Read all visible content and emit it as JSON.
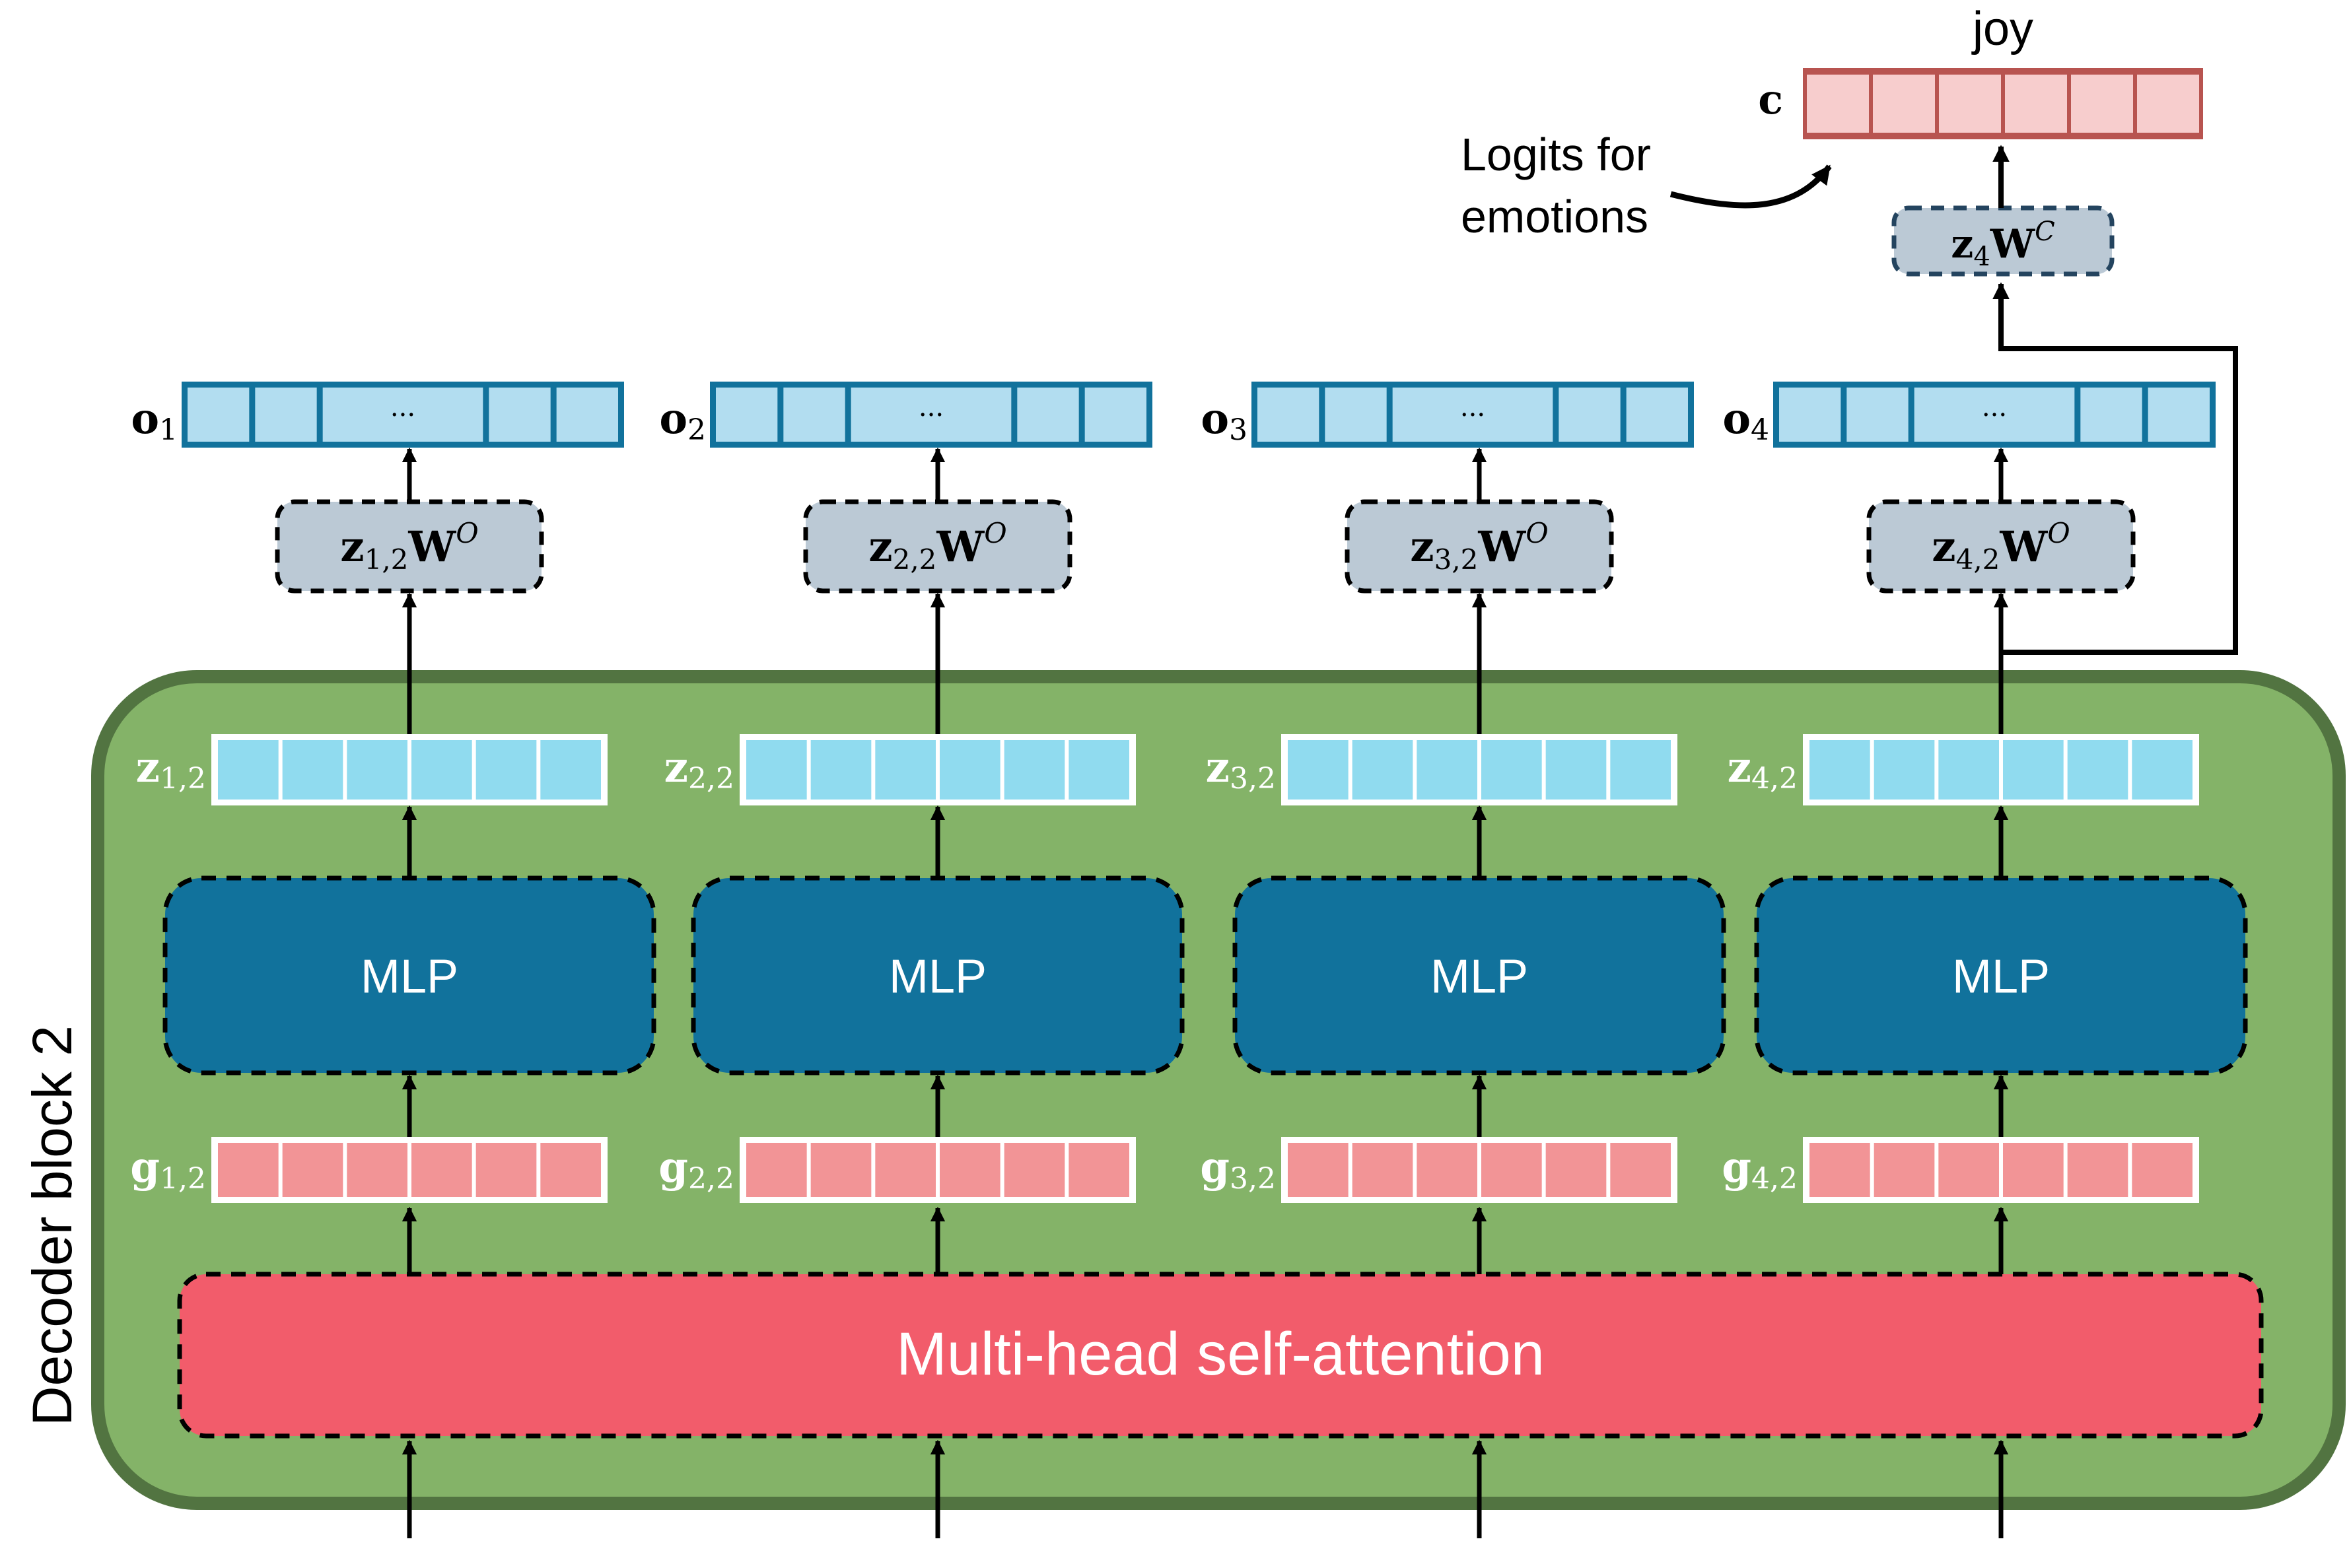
{
  "title": "Decoder block 2",
  "colors": {
    "block_fill": "#84B368",
    "block_border": "#527441",
    "mlp_fill": "#11729C",
    "mhsa_fill": "#F25C6B",
    "z_cell": "#90DBEF",
    "g_cell": "#F29496",
    "o_cell": "#B2DDF0",
    "o_border": "#11729C",
    "wo_fill": "#BBC9D5",
    "c_cell": "#F7CDCD",
    "c_border": "#B85450",
    "wc_border": "#24445F"
  },
  "block_label": "Decoder block 2",
  "mhsa_label": "Multi-head self-attention",
  "annotation": {
    "line1": "Logits for",
    "line2": "emotions"
  },
  "classifier": {
    "output_label": "joy",
    "vector_label": "c",
    "projection": {
      "base": "z",
      "sub": "4",
      "weight": "W",
      "sup": "C"
    },
    "cells": 6
  },
  "columns": [
    {
      "o_label": {
        "base": "o",
        "sub": "1"
      },
      "o_ellipsis": "...",
      "projection": {
        "base": "z",
        "sub": "1,2",
        "weight": "W",
        "sup": "O"
      },
      "z_label": {
        "base": "z",
        "sub": "1,2"
      },
      "mlp_label": "MLP",
      "g_label": {
        "base": "g",
        "sub": "1,2"
      }
    },
    {
      "o_label": {
        "base": "o",
        "sub": "2"
      },
      "o_ellipsis": "...",
      "projection": {
        "base": "z",
        "sub": "2,2",
        "weight": "W",
        "sup": "O"
      },
      "z_label": {
        "base": "z",
        "sub": "2,2"
      },
      "mlp_label": "MLP",
      "g_label": {
        "base": "g",
        "sub": "2,2"
      }
    },
    {
      "o_label": {
        "base": "o",
        "sub": "3"
      },
      "o_ellipsis": "...",
      "projection": {
        "base": "z",
        "sub": "3,2",
        "weight": "W",
        "sup": "O"
      },
      "z_label": {
        "base": "z",
        "sub": "3,2"
      },
      "mlp_label": "MLP",
      "g_label": {
        "base": "g",
        "sub": "3,2"
      }
    },
    {
      "o_label": {
        "base": "o",
        "sub": "4"
      },
      "o_ellipsis": "...",
      "projection": {
        "base": "z",
        "sub": "4,2",
        "weight": "W",
        "sup": "O"
      },
      "z_label": {
        "base": "z",
        "sub": "4,2"
      },
      "mlp_label": "MLP",
      "g_label": {
        "base": "g",
        "sub": "4,2"
      }
    }
  ],
  "vector_cells": 6
}
